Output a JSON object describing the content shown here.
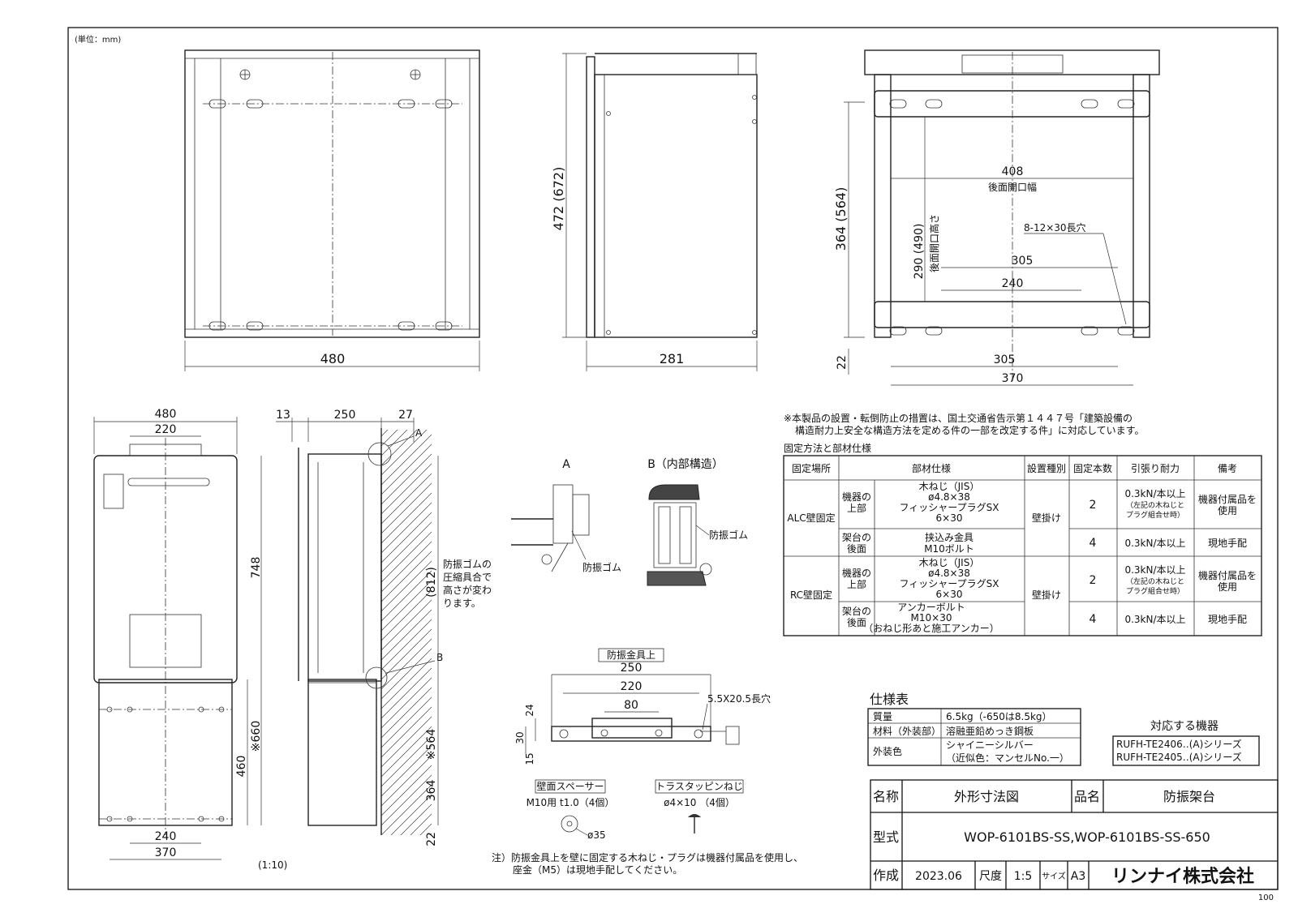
{
  "unit_label": "(単位：mm)",
  "top_views": {
    "front_width": "480",
    "side_depth": "281",
    "side_height": "472 (672)",
    "back_height": "364 (564)",
    "back_opening_height": "290 (490)",
    "back_opening_height_label": "後面開口高さ",
    "back_opening_width": "408",
    "back_opening_width_label": "後面開口幅",
    "slot_label": "8-12×30長穴",
    "dim_305_top": "305",
    "dim_240": "240",
    "dim_22": "22",
    "dim_305_bottom": "305",
    "dim_370": "370"
  },
  "left_views": {
    "w480": "480",
    "w220": "220",
    "h748": "748",
    "h460": "460",
    "h660": "※660",
    "w240": "240",
    "w370": "370",
    "scale": "(1:10)",
    "d13": "13",
    "d250": "250",
    "d27": "27",
    "mark_a": "A",
    "mark_b": "B",
    "h812": "(812)",
    "h564": "※564",
    "h364": "364",
    "h22": "22",
    "rubber_note": [
      "防振ゴムの",
      "圧縮具合で",
      "高さが変わ",
      "ります。"
    ]
  },
  "details": {
    "a_title": "A",
    "b_title": "B（内部構造）",
    "rubber_a": "防振ゴム",
    "rubber_b": "防振ゴム"
  },
  "bracket": {
    "title": "防振金具上",
    "d250": "250",
    "d220": "220",
    "d80": "80",
    "d24": "24",
    "d30": "30",
    "d15": "15",
    "slot": "5.5X20.5長穴"
  },
  "parts": {
    "spacer_title": "壁面スペーサー",
    "spacer_spec": "M10用 t1.0（4個）",
    "spacer_dia": "ø35",
    "screw_title": "トラスタッピンねじ",
    "screw_spec": "ø4×10 （4個）"
  },
  "notes": {
    "top": [
      "※本製品の設置・転倒防止の措置は、国土交通省告示第１４４７号「建築設備の",
      "構造耐力上安全な構造方法を定める件の一部を改定する件」に対応しています。"
    ],
    "bottom": [
      "注）防振金具上を壁に固定する木ねじ・プラグは機器付属品を使用し、",
      "座金（M5）は現地手配してください。"
    ]
  },
  "fix_table": {
    "caption": "固定方法と部材仕様",
    "headers": [
      "固定場所",
      "部材仕様",
      "設置種別",
      "固定本数",
      "引張り耐力",
      "備考"
    ],
    "alc_label": "ALC壁固定",
    "rc_label": "RC壁固定",
    "sub_upper": [
      "機器の",
      "上部"
    ],
    "sub_back": [
      "架台の",
      "後面"
    ],
    "upper_spec": [
      "木ねじ（JIS）",
      "ø4.8×38",
      "フィッシャープラグSX",
      "6×30"
    ],
    "alc_back_spec": [
      "挟込み金具",
      "M10ボルト"
    ],
    "rc_back_spec": [
      "アンカーボルト",
      "M10×30",
      "（おねじ形あと施工アンカー）"
    ],
    "install_type": "壁掛け",
    "count_upper": "2",
    "count_back": "4",
    "strength_upper": [
      "0.3kN/本以上",
      "（左記の木ねじと",
      "プラグ組合せ時）"
    ],
    "strength_back": "0.3kN/本以上",
    "remark_upper": [
      "機器付属品を",
      "使用"
    ],
    "remark_back": "現地手配"
  },
  "spec_table": {
    "caption": "仕様表",
    "rows": [
      {
        "label": "質量",
        "value": [
          "6.5kg（-650は8.5kg）"
        ]
      },
      {
        "label": "材料（外装部）",
        "value": [
          "溶融亜鉛めっき鋼板"
        ]
      },
      {
        "label": "外装色",
        "value": [
          "シャイニーシルバー",
          "（近似色：マンセルNo.一）"
        ]
      }
    ]
  },
  "compatible": {
    "caption": "対応する機器",
    "items": [
      "RUFH-TE2406‥(A)シリーズ",
      "RUFH-TE2405‥(A)シリーズ"
    ]
  },
  "title_block": {
    "name_label": "名称",
    "name_value": "外形寸法図",
    "product_label": "品名",
    "product_value": "防振架台",
    "model_label": "型式",
    "model_value": "WOP-6101BS-SS,WOP-6101BS-SS-650",
    "made_label": "作成",
    "made_value": "2023.06",
    "scale_label": "尺度",
    "scale_value": "1:5",
    "size_label": "サイズ",
    "size_value": "A3",
    "company": "リンナイ株式会社"
  },
  "sheet_number": "100"
}
